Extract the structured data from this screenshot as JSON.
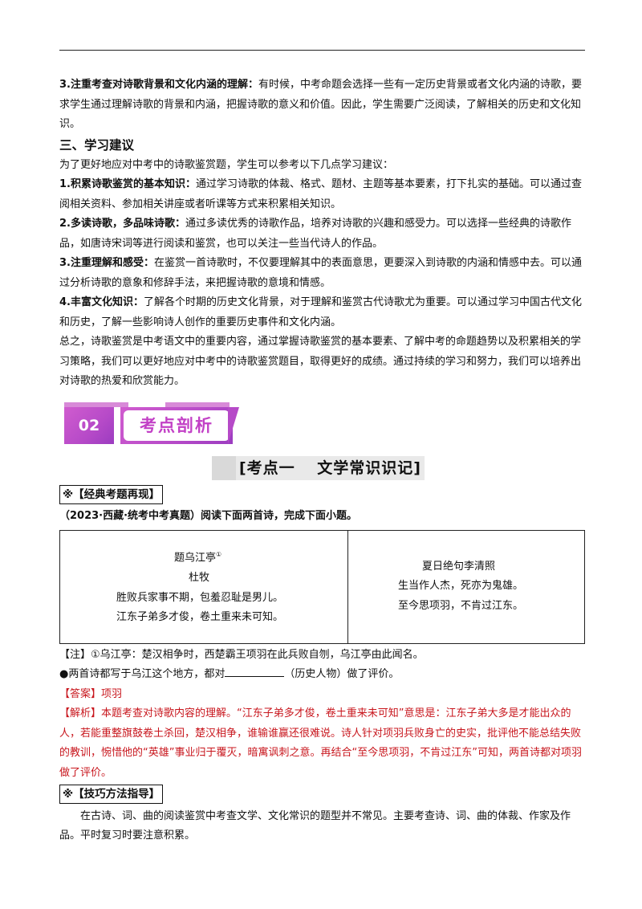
{
  "para_3": {
    "lead": "3.注重考查对诗歌背景和文化内涵的理解：",
    "text": "有时候，中考命题会选择一些有一定历史背景或者文化内涵的诗歌，要求学生通过理解诗歌的背景和内涵，把握诗歌的意义和价值。因此，学生需要广泛阅读，了解相关的历史和文化知识。"
  },
  "section_three_heading": "三、学习建议",
  "intro": "为了更好地应对中考中的诗歌鉴赏题，学生可以参考以下几点学习建议：",
  "suggestions": [
    {
      "lead": "1.积累诗歌鉴赏的基本知识：",
      "text": "通过学习诗歌的体裁、格式、题材、主题等基本要素，打下扎实的基础。可以通过查阅相关资料、参加相关讲座或者听课等方式来积累相关知识。"
    },
    {
      "lead": "2.多读诗歌，多品味诗歌：",
      "text": "通过多读优秀的诗歌作品，培养对诗歌的兴趣和感受力。可以选择一些经典的诗歌作品，如唐诗宋词等进行阅读和鉴赏，也可以关注一些当代诗人的作品。"
    },
    {
      "lead": "3.注重理解和感受：",
      "text": "在鉴赏一首诗歌时，不仅要理解其中的表面意思，更要深入到诗歌的内涵和情感中去。可以通过分析诗歌的意象和修辞手法，来把握诗歌的意境和情感。"
    },
    {
      "lead": "4.丰富文化知识：",
      "text": "了解各个时期的历史文化背景，对于理解和鉴赏古代诗歌尤为重要。可以通过学习中国古代文化和历史，了解一些影响诗人创作的重要历史事件和文化内涵。"
    }
  ],
  "summary": "总之，诗歌鉴赏是中考语文中的重要内容，通过掌握诗歌鉴赏的基本要素、了解中考的命题趋势以及积累相关的学习策略，我们可以更好地应对中考中的诗歌鉴赏题目，取得更好的成绩。通过持续的学习和努力，我们可以培养出对诗歌的热爱和欣赏能力。",
  "banner": {
    "number": "02",
    "title": "考点剖析"
  },
  "exam_point_title": "[考点一　 文学常识识记]",
  "classic_label": "※【经典考题再现】",
  "question_source": "（2023·西藏·统考中考真题）阅读下面两首诗，完成下面小题。",
  "poem_left": {
    "title": "题乌江亭",
    "footnote_mark": "①",
    "author": "杜牧",
    "lines": [
      "胜败兵家事不期，包羞忍耻是男儿。",
      "江东子弟多才俊，卷土重来未可知。"
    ]
  },
  "poem_right": {
    "title": "夏日绝句李清照",
    "lines": [
      "生当作人杰，死亦为鬼雄。",
      "至今思项羽，不肯过江东。"
    ]
  },
  "note": "【注】①乌江亭：楚汉相争时，西楚霸王项羽在此兵败自刎，乌江亭由此闻名。",
  "question": {
    "before": "●两首诗都写于乌江这个地方，都对",
    "after": "（历史人物）做了评价。"
  },
  "answer": {
    "label": "【答案】",
    "text": "项羽"
  },
  "analysis": {
    "label": "【解析】",
    "text": "本题考查对诗歌内容的理解。“江东子弟多才俊，卷土重来未可知”意思是：江东子弟大多是才能出众的人，若能重整旗鼓卷土杀回，楚汉相争，谁输谁赢还很难说。诗人针对项羽兵败身亡的史实，批评他不能总结失败的教训，惋惜他的“英雄”事业归于覆灭，暗寓讽刺之意。再结合“至今思项羽，不肯过江东”可知，两首诗都对项羽做了评价。"
  },
  "tips_label": "※【技巧方法指导】",
  "tips_text": "在古诗、词、曲的阅读鉴赏中考查文学、文化常识的题型并不常见。主要考查诗、词、曲的体裁、作家及作品。平时复习时要注意积累。",
  "colors": {
    "accent_red": "#c8161d",
    "banner_purple": "#b64ac8"
  }
}
